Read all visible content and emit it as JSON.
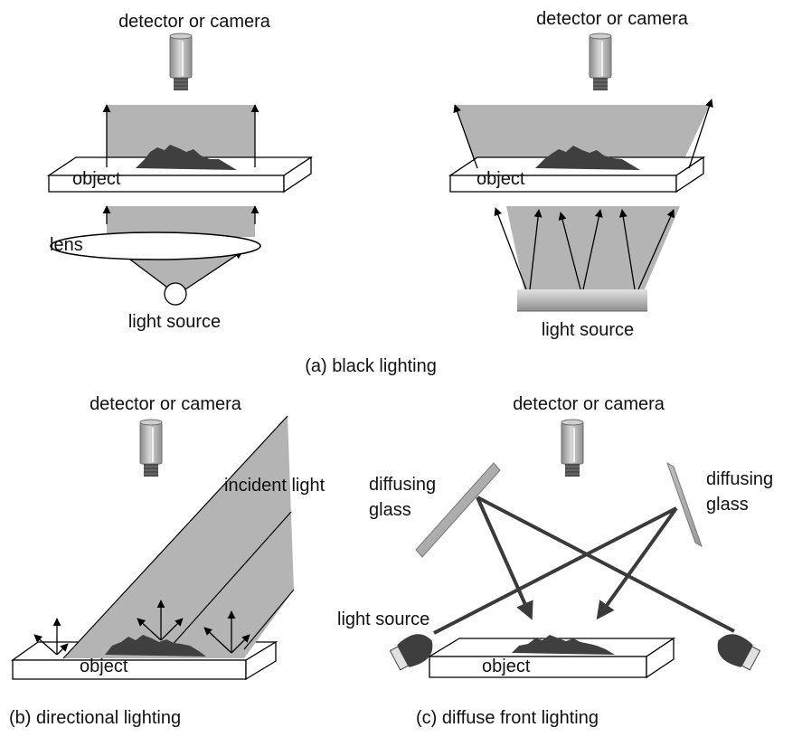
{
  "colors": {
    "beam": "#b4b4b4",
    "object_shape": "#3f3f3f",
    "ray": "#000000",
    "thick_ray": "#3a3a3a",
    "camera_body": "#a9a9a9",
    "camera_lens": "#4e4e4e"
  },
  "panel_a": {
    "left": {
      "camera_label": "detector or camera",
      "object_label": "object",
      "lens_label": "lens",
      "source_label": "light source"
    },
    "right": {
      "camera_label": "detector or camera",
      "object_label": "object",
      "source_label": "light source"
    },
    "caption": "(a)  black lighting"
  },
  "panel_b": {
    "camera_label": "detector or camera",
    "incident_label": "incident light",
    "object_label": "object",
    "caption": "(b)  directional lighting"
  },
  "panel_c": {
    "camera_label": "detector or camera",
    "glass_left_label_1": "diffusing",
    "glass_left_label_2": "glass",
    "glass_right_label_1": "diffusing",
    "glass_right_label_2": "glass",
    "source_label": "light source",
    "object_label": "object",
    "caption": "(c)  diffuse front lighting"
  }
}
